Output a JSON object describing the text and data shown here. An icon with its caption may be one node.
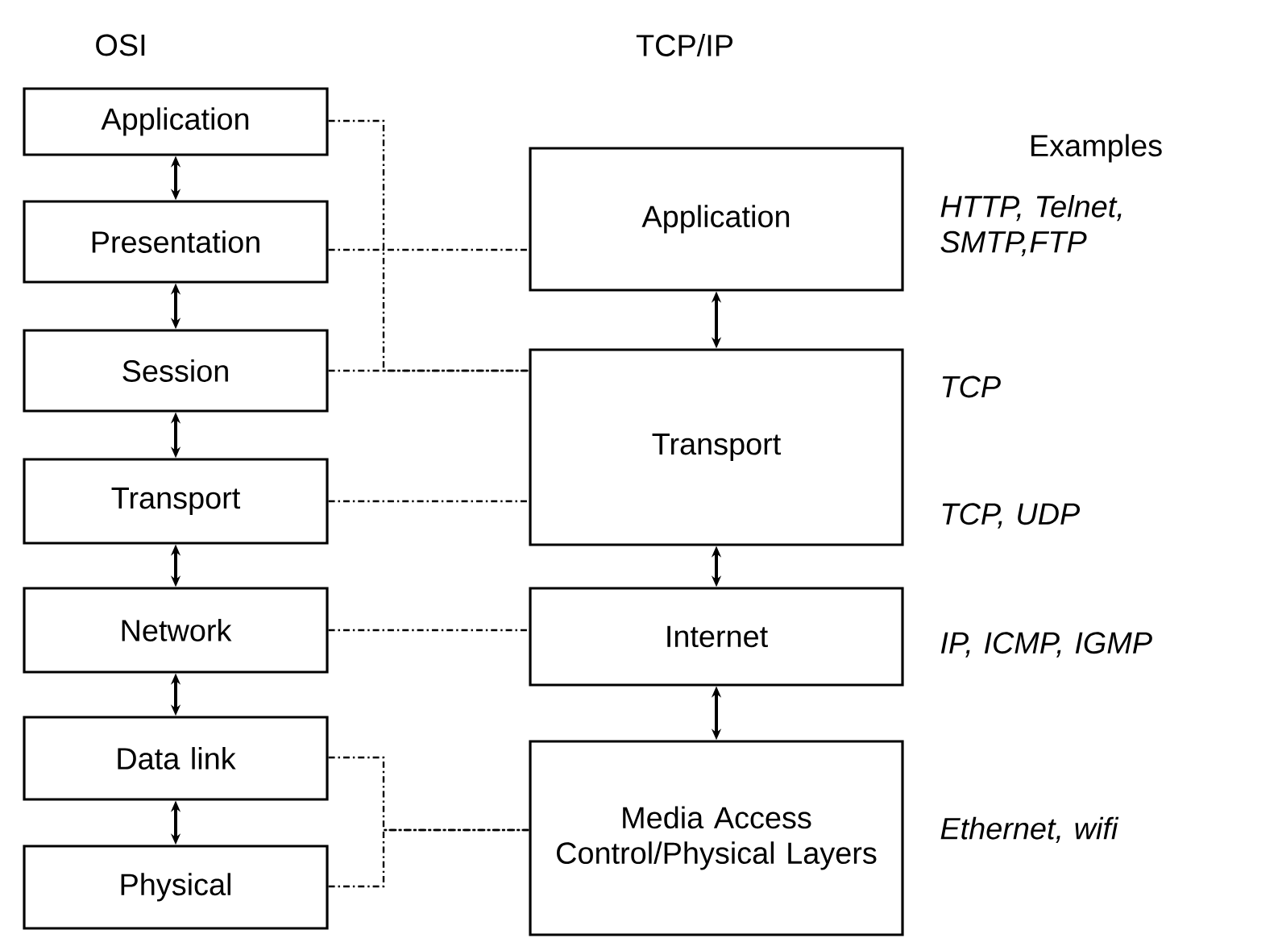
{
  "diagram": {
    "nodes": [
      {
        "text": [
          "Application"
        ]
      },
      {
        "text": [
          "Presentation"
        ]
      },
      {
        "text": [
          "Session"
        ]
      },
      {
        "text": [
          "Transport"
        ]
      },
      {
        "text": [
          "Network"
        ]
      },
      {
        "text": [
          "Data link"
        ]
      },
      {
        "text": [
          "Physical"
        ]
      },
      {
        "text": [
          "Application"
        ],
        "beside": [
          "HTTP, Telnet, SMTP,FTP"
        ]
      },
      {
        "text": [
          "Transport"
        ],
        "beside": [
          "TCP",
          "TCP, UDP"
        ]
      },
      {
        "text": [
          "Internet"
        ],
        "beside": [
          "IP, ICMP, IGMP"
        ]
      },
      {
        "text": [
          "Media Access Control/Physical Layers"
        ],
        "beside": [
          "Ethernet, wifi"
        ]
      }
    ],
    "edges": [
      {
        "from": 0,
        "to": 1,
        "arrow": "both"
      },
      {
        "from": 1,
        "to": 2,
        "arrow": "both"
      },
      {
        "from": 2,
        "to": 3,
        "arrow": "both"
      },
      {
        "from": 3,
        "to": 4,
        "arrow": "both"
      },
      {
        "from": 4,
        "to": 5,
        "arrow": "both"
      },
      {
        "from": 5,
        "to": 6,
        "arrow": "both"
      },
      {
        "from": 7,
        "to": 8,
        "arrow": "both"
      },
      {
        "from": 8,
        "to": 9,
        "arrow": "both"
      },
      {
        "from": 9,
        "to": 10,
        "arrow": "both"
      },
      {
        "from": 0,
        "to": 8,
        "arrow": "none",
        "style": "dashed"
      },
      {
        "from": 1,
        "to": 7,
        "arrow": "none",
        "style": "dashed"
      },
      {
        "from": 2,
        "to": 8,
        "arrow": "none",
        "style": "dashed"
      },
      {
        "from": 3,
        "to": 8,
        "arrow": "none",
        "style": "dashed"
      },
      {
        "from": 4,
        "to": 9,
        "arrow": "none",
        "style": "dashed"
      },
      {
        "from": 5,
        "to": 10,
        "arrow": "none",
        "style": "dashed"
      },
      {
        "from": 6,
        "to": 10,
        "arrow": "none",
        "style": "dashed"
      }
    ],
    "labels": [
      "OSI",
      "TCP/IP",
      "Examples"
    ]
  }
}
